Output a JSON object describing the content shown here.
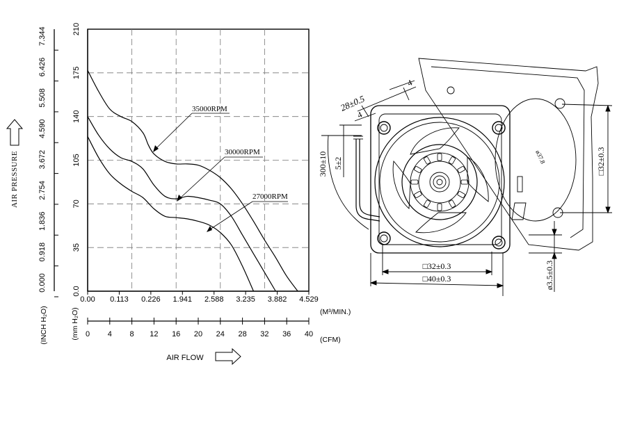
{
  "chart_data": {
    "type": "line",
    "ylabel": "AIR PRESSURE",
    "xlabel": "AIR FLOW",
    "y_unit_inner": "(mm H₂O)",
    "y_unit_outer": "(INCH H₂O)",
    "x_unit_top": "(M³/MIN.)",
    "x_unit_bottom": "(CFM)",
    "xlim": [
      0,
      40
    ],
    "ylim": [
      0,
      210
    ],
    "grid": true,
    "x_ticks_cfm": [
      0,
      4,
      8,
      12,
      16,
      20,
      24,
      28,
      32,
      36,
      40
    ],
    "x_tick_labels_cfm": [
      "0",
      "4",
      "8",
      "12",
      "16",
      "20",
      "24",
      "28",
      "32",
      "36",
      "40"
    ],
    "x_tick_labels_m3": [
      "0.00",
      "0.113",
      "0.226",
      "1.941",
      "2.588",
      "3.235",
      "3.882",
      "4.529"
    ],
    "y_ticks_mm": [
      0,
      35,
      70,
      105,
      140,
      175,
      210
    ],
    "y_tick_labels_mm": [
      "0.0",
      "35",
      "70",
      "105",
      "140",
      "175",
      "210"
    ],
    "y_tick_labels_inch": [
      "0.000",
      "0.918",
      "1.836",
      "2.754",
      "3.672",
      "4.590",
      "5.508",
      "6.426",
      "7.344"
    ],
    "series": [
      {
        "name": "35000RPM",
        "x": [
          0,
          2,
          4,
          6,
          8,
          10,
          11,
          12,
          14,
          16,
          18,
          20,
          22,
          24,
          26,
          28,
          30,
          32,
          34,
          36,
          38
        ],
        "y": [
          177,
          160,
          146,
          140,
          136,
          127,
          117,
          110,
          104,
          102,
          102,
          101,
          97,
          91,
          82,
          70,
          56,
          41,
          27,
          12,
          0
        ]
      },
      {
        "name": "30000RPM",
        "x": [
          0,
          2,
          4,
          6,
          8,
          10,
          12,
          14,
          16,
          18,
          20,
          22,
          24,
          26,
          28,
          30,
          32,
          34
        ],
        "y": [
          140,
          125,
          114,
          107,
          104,
          98,
          85,
          76,
          74,
          76,
          75,
          73,
          70,
          60,
          45,
          30,
          15,
          0
        ]
      },
      {
        "name": "27000RPM",
        "x": [
          0,
          2,
          4,
          6,
          8,
          10,
          12,
          14,
          16,
          18,
          20,
          22,
          24,
          26,
          28,
          30
        ],
        "y": [
          124,
          107,
          94,
          86,
          80,
          75,
          66,
          60,
          59,
          58,
          56,
          53,
          47,
          37,
          20,
          0
        ]
      }
    ]
  },
  "drawing": {
    "dim_28": "28±0.5",
    "dim_4a": "4",
    "dim_4b": "4",
    "dim_300": "300±10",
    "dim_5": "5±2",
    "dim_37_8": "ø37.8",
    "dim_32_right": "□32±0.3",
    "dim_32_bottom": "□32±0.3",
    "dim_40_bottom": "□40±0.3",
    "dim_hole": "ø3.5±0.3"
  }
}
